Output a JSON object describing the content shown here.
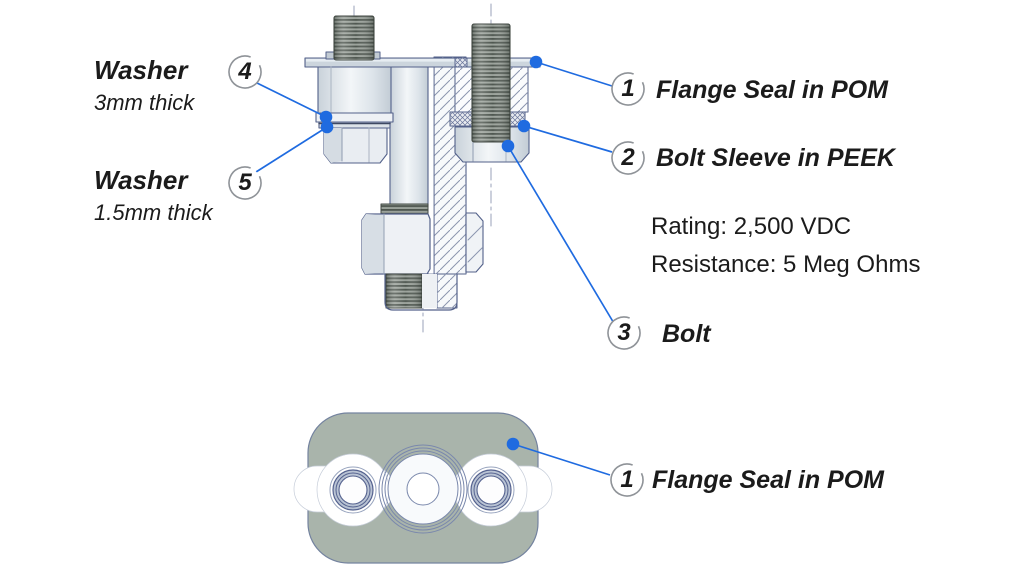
{
  "callouts": {
    "washer_top": {
      "number": "4",
      "name": "Washer",
      "detail": "3mm thick"
    },
    "washer_bottom": {
      "number": "5",
      "name": "Washer",
      "detail": "1.5mm thick"
    },
    "flange_seal_top": {
      "number": "1",
      "label": "Flange Seal in POM"
    },
    "bolt_sleeve": {
      "number": "2",
      "label": "Bolt Sleeve in PEEK"
    },
    "bolt": {
      "number": "3",
      "label": "Bolt"
    },
    "flange_seal_bottom": {
      "number": "1",
      "label": "Flange Seal in POM"
    }
  },
  "specs": {
    "rating": "Rating: 2,500 VDC",
    "resistance": "Resistance: 5 Meg Ohms"
  },
  "colors": {
    "leader_blue": "#1f6be0",
    "drawing_outline": "#53618a",
    "seal_body_gray": "#a9b4ab",
    "text": "#1b1b1b"
  }
}
